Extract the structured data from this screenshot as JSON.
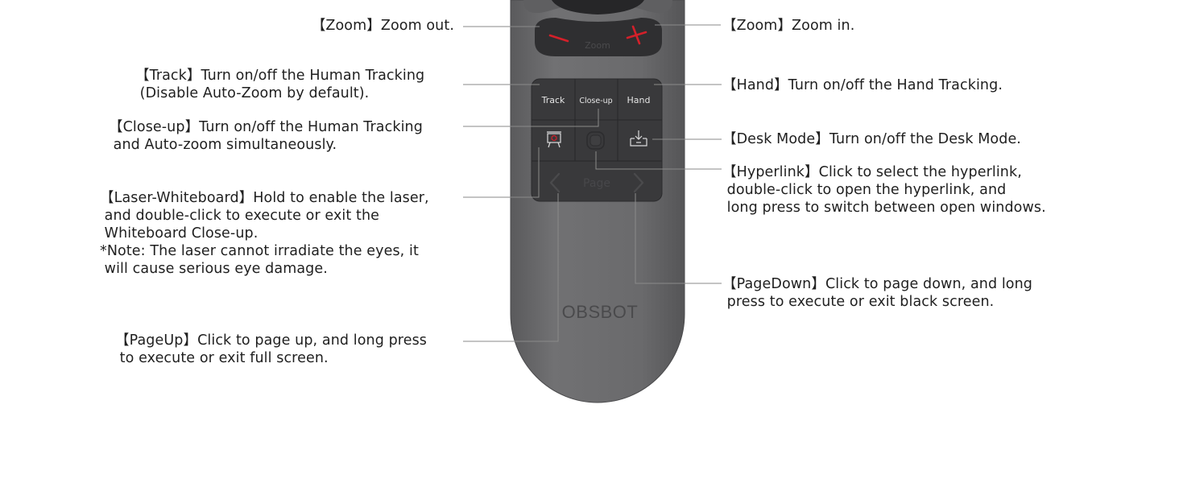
{
  "remote": {
    "brand": "OBSBOT",
    "zoom_label": "Zoom",
    "page_label": "Page",
    "zoom_out_symbol": "−",
    "zoom_in_symbol": "+",
    "keys": {
      "track": "Track",
      "closeup": "Close-up",
      "hand": "Hand"
    },
    "icons": {
      "laser": "laser-whiteboard-icon",
      "hyperlink": "hyperlink-icon",
      "desk": "desk-mode-icon",
      "page_up": "chevron-left-icon",
      "page_down": "chevron-right-icon"
    },
    "colors": {
      "body": "#6b6b6d",
      "keypad": "#3a3a3c",
      "zoom_button": "#2f2f31",
      "accent_red": "#d4202a"
    }
  },
  "annotations": {
    "zoom_out": "【Zoom】Zoom out.",
    "zoom_in": "【Zoom】Zoom in.",
    "track": "【Track】Turn on/off the Human Tracking\n (Disable Auto-Zoom by default).",
    "hand": "【Hand】Turn on/off the Hand Tracking.",
    "closeup": "【Close-up】Turn on/off the Human Tracking\n and Auto-zoom simultaneously.",
    "desk": "【Desk Mode】Turn on/off the Desk Mode.",
    "hyperlink": "【Hyperlink】Click to select the hyperlink,\n double-click to open the hyperlink, and\n long press to switch between open windows.",
    "laser": "【Laser-Whiteboard】Hold to enable the laser,\n and double-click to execute or exit the\n Whiteboard Close-up.\n*Note: The laser cannot irradiate the eyes, it\n will cause serious eye damage.",
    "pagedown": "【PageDown】Click to page down, and long\n press to execute or exit black screen.",
    "pageup": "【PageUp】Click to page up, and long press\n to execute or exit full screen."
  }
}
